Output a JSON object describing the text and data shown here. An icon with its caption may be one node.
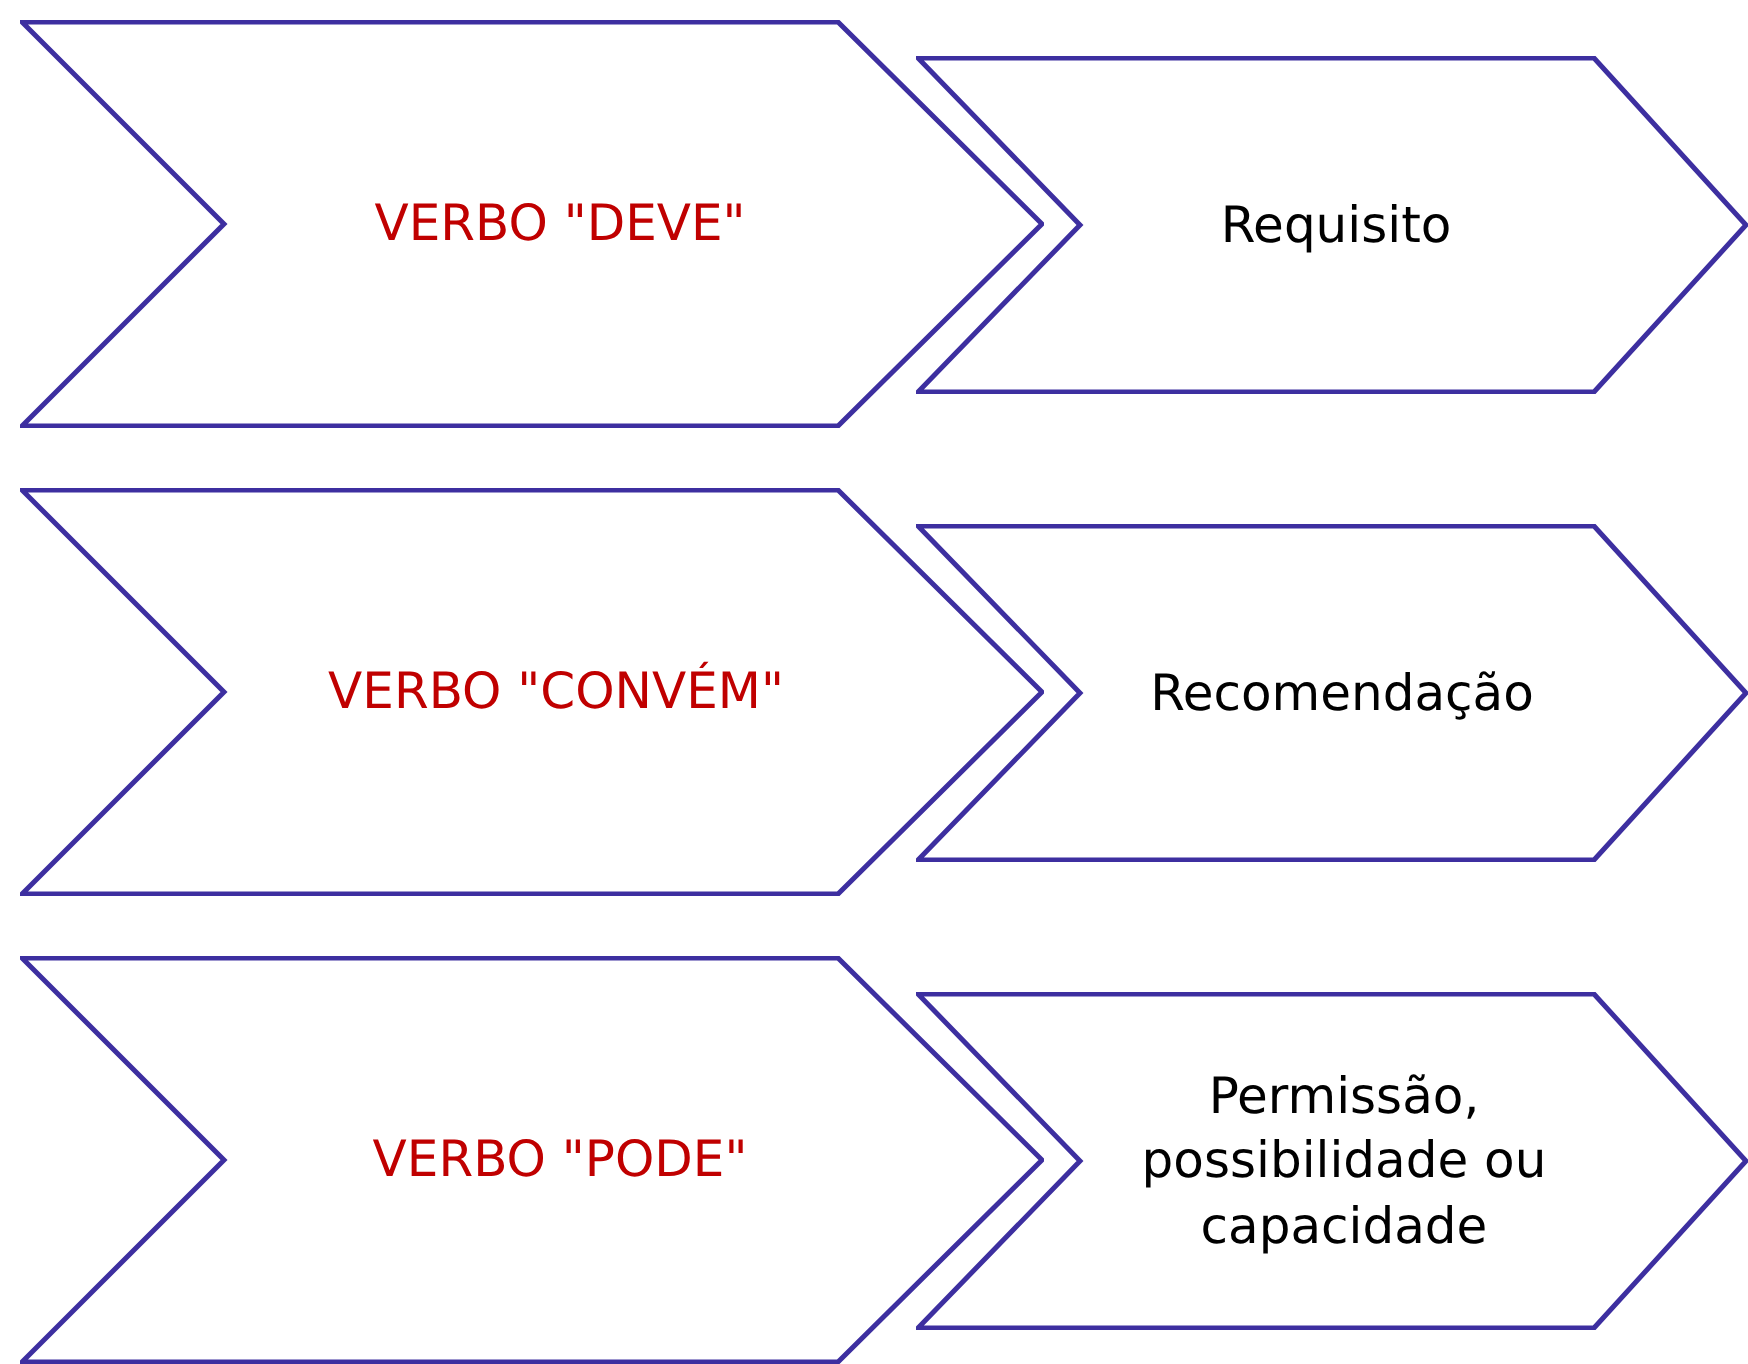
{
  "diagram": {
    "nodes": [
      {
        "text": [
          "VERBO \"DEVE\""
        ]
      },
      {
        "text": [
          "Requisito"
        ]
      },
      {
        "text": [
          "VERBO \"CONVÉM\""
        ]
      },
      {
        "text": [
          "Recomendação"
        ]
      },
      {
        "text": [
          "VERBO \"PODE\""
        ]
      },
      {
        "text": [
          "Permissão, possibilidade ou capacidade"
        ]
      }
    ]
  }
}
